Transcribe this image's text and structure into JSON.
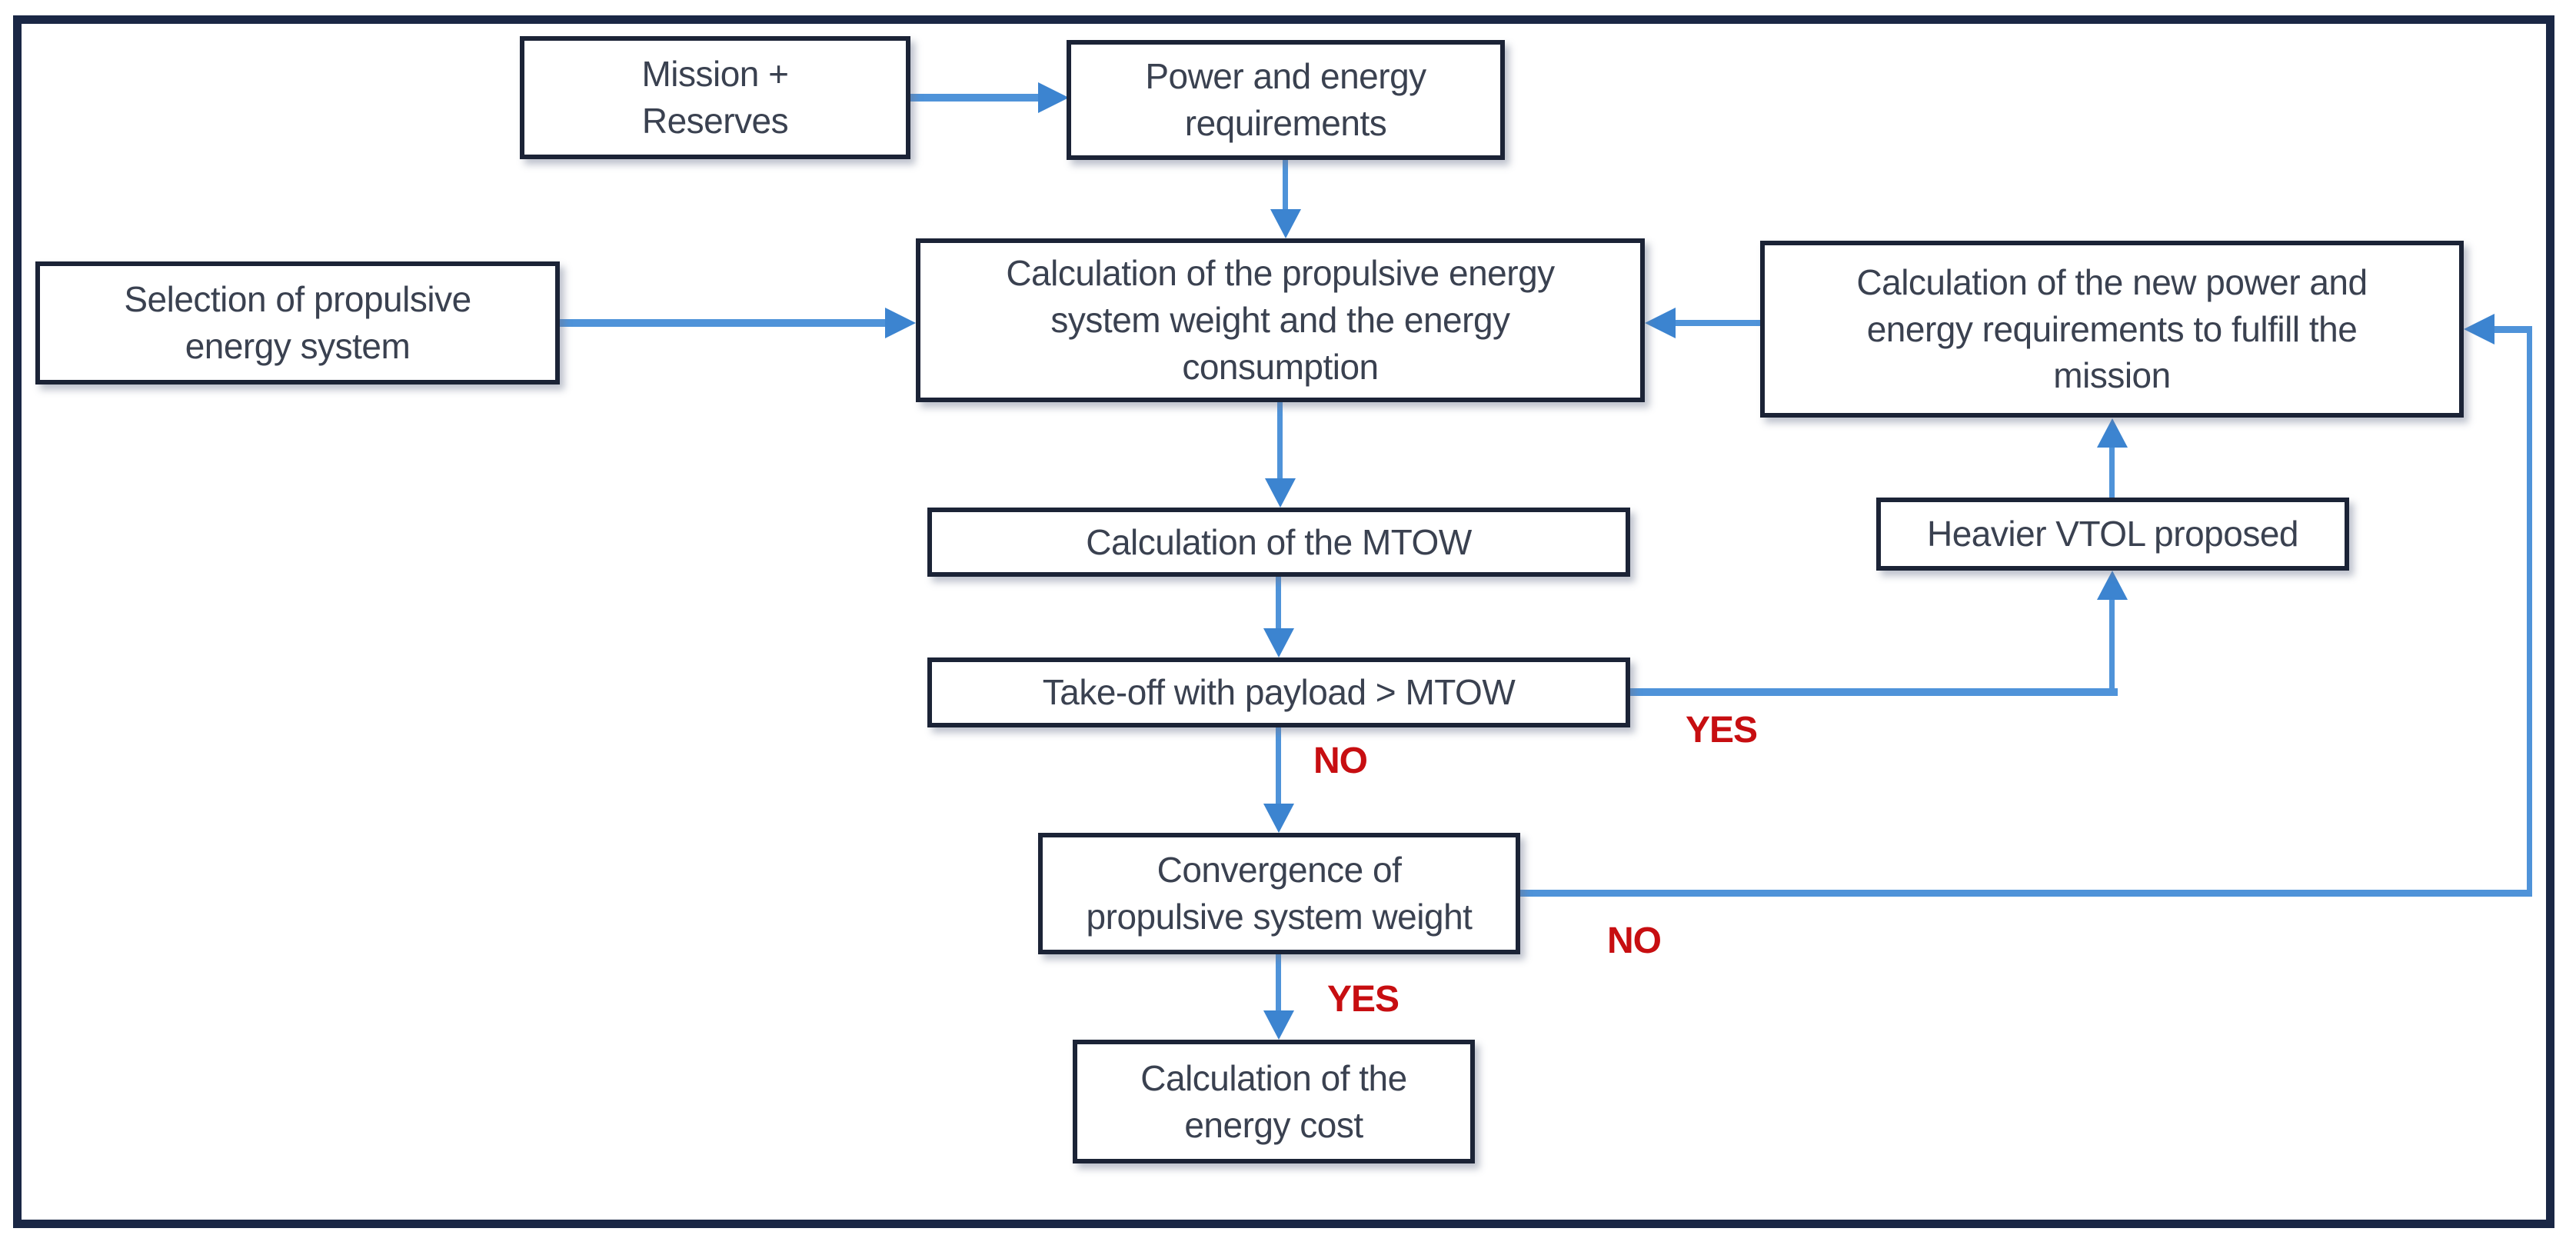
{
  "colors": {
    "background": "#ffffff",
    "frame_navy": "#1a2745",
    "box_border_navy": "#1b2336",
    "box_fill": "#ffffff",
    "text": "#3a4150",
    "arrow_line_blue": "#4f93d9",
    "arrowhead_blue": "#3c84d0",
    "decision_red": "#c70e11"
  },
  "nodes": {
    "mission": {
      "label": "Mission +\nReserves"
    },
    "power": {
      "label": "Power and energy\nrequirements"
    },
    "selection": {
      "label": "Selection of propulsive\nenergy system"
    },
    "calc_weight": {
      "label": "Calculation of the propulsive energy\nsystem weight and the energy\nconsumption"
    },
    "calc_new_power": {
      "label": "Calculation of the new power and\nenergy requirements to fulfill the\nmission"
    },
    "heavier_vtol": {
      "label": "Heavier VTOL proposed"
    },
    "calc_mtow": {
      "label": "Calculation of the MTOW"
    },
    "takeoff_check": {
      "label": "Take-off with payload > MTOW"
    },
    "convergence_check": {
      "label": "Convergence of\npropulsive system weight"
    },
    "energy_cost": {
      "label": "Calculation of the\nenergy cost"
    }
  },
  "decisions": {
    "takeoff_yes": "YES",
    "takeoff_no": "NO",
    "convergence_no": "NO",
    "convergence_yes": "YES"
  }
}
